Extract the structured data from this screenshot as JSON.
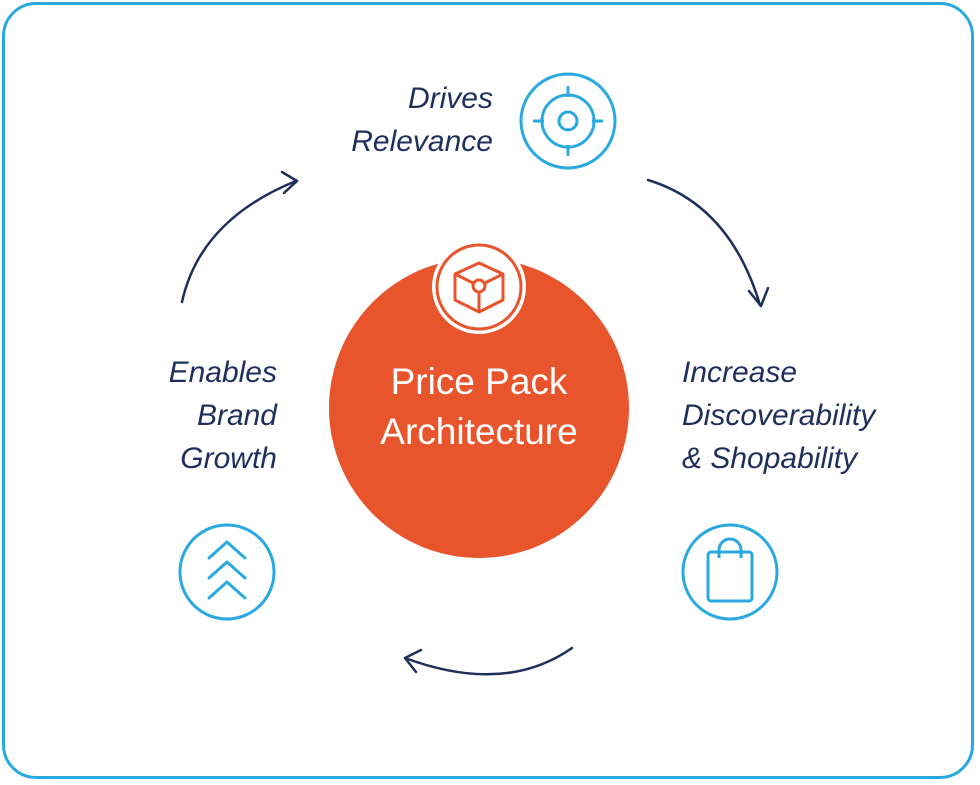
{
  "center": {
    "line1": "Price Pack",
    "line2": "Architecture"
  },
  "stages": {
    "top": {
      "line1": "Drives",
      "line2": "Relevance",
      "icon": "target-icon"
    },
    "right": {
      "line1": "Increase",
      "line2": "Discoverability",
      "line3": "& Shopability",
      "icon": "shopping-bag-icon"
    },
    "left": {
      "line1": "Enables",
      "line2": "Brand",
      "line3": "Growth",
      "icon": "chevrons-up-icon"
    }
  },
  "colors": {
    "frame": "#29a9e0",
    "icon_stroke": "#29a9e0",
    "center_fill": "#e8542c",
    "text": "#1f2f5c",
    "arrow": "#1f2f5c"
  }
}
